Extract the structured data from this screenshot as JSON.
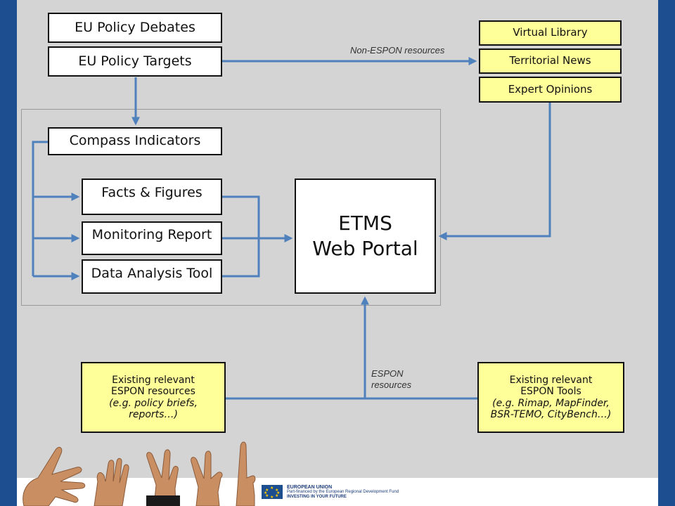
{
  "top_boxes": {
    "debates": "EU Policy Debates",
    "targets": "EU Policy Targets"
  },
  "external": {
    "virtual_library": "Virtual Library",
    "territorial_news": "Territorial News",
    "expert_opinions": "Expert Opinions",
    "label": "Non-ESPON resources"
  },
  "inner": {
    "compass": "Compass Indicators",
    "facts": "Facts & Figures",
    "monitoring": "Monitoring Report",
    "analysis": "Data Analysis Tool"
  },
  "portal": {
    "line1": "ETMS",
    "line2": "Web Portal"
  },
  "bottom": {
    "resources": {
      "line1": "Existing relevant",
      "line2": "ESPON resources",
      "line3": "(e.g. policy briefs,",
      "line4": "reports…)"
    },
    "tools": {
      "line1": "Existing relevant",
      "line2": "ESPON Tools",
      "line3": "(e.g. Rimap, MapFinder,",
      "line4": "BSR-TEMO, CityBench…)"
    },
    "label_line1": "ESPON",
    "label_line2": "resources"
  },
  "footer": {
    "eu_line1": "EUROPEAN UNION",
    "eu_line2": "Part-financed by the European Regional Development Fund",
    "eu_line3": "INVESTING IN YOUR FUTURE"
  },
  "colors": {
    "accent_blue": "#1d4e8f",
    "arrow_blue": "#4f81bd",
    "box_yellow": "#ffff99"
  }
}
